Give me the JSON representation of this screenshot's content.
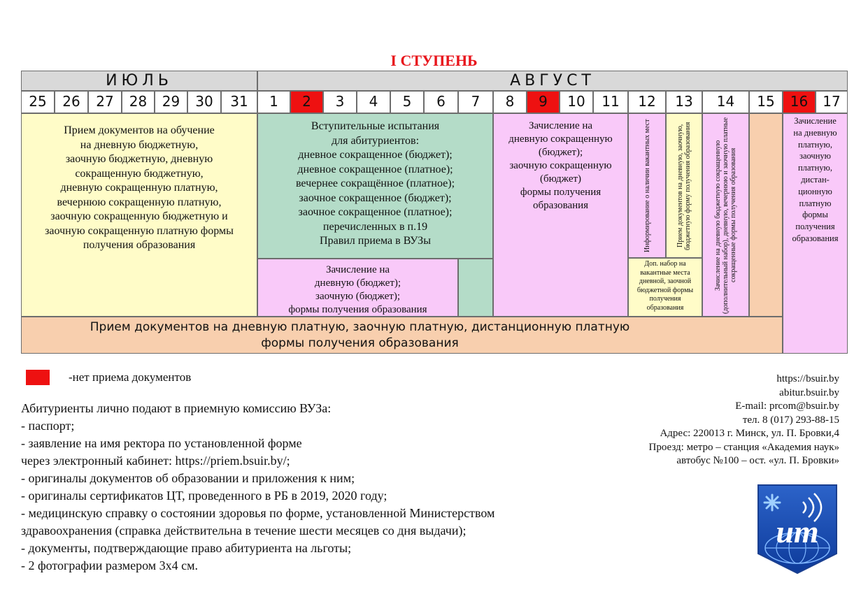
{
  "title": "I СТУПЕНЬ",
  "months": {
    "july": "ИЮЛЬ",
    "august": "АВГУСТ"
  },
  "days": [
    "25",
    "26",
    "27",
    "28",
    "29",
    "30",
    "31",
    "1",
    "2",
    "3",
    "4",
    "5",
    "6",
    "7",
    "8",
    "9",
    "10",
    "11",
    "12",
    "13",
    "14",
    "15",
    "16",
    "17"
  ],
  "no_reception_days": [
    "2",
    "9",
    "16"
  ],
  "colors": {
    "no_reception": "#ee1111",
    "yellow": "#fffcc8",
    "green": "#b4dcc8",
    "pink": "#f9c9f9",
    "peach": "#f8cfae",
    "month_header": "#d9d9d9"
  },
  "blocks": {
    "july_reception": [
      "Прием документов на обучение",
      "на дневную бюджетную,",
      "заочную бюджетную, дневную",
      "сокращенную бюджетную,",
      "дневную сокращенную платную,",
      "вечернюю сокращенную платную,",
      "заочную сокращенную бюджетную и",
      "заочную сокращенную платную формы",
      "получения образования"
    ],
    "entrance_exams": [
      "Вступительные испытания",
      "для абитуриентов:",
      "дневное сокращенное (бюджет);",
      "дневное сокращенное (платное);",
      "вечернее сокращённое (платное);",
      "заочное сокращенное (бюджет);",
      "заочное сокращенное (платное);",
      "перечисленных в п.19",
      "Правил приема в ВУЗы"
    ],
    "enrollment_day_correspondence": [
      "Зачисление на",
      "дневную (бюджет);",
      "заочную (бюджет);",
      "формы получения образования"
    ],
    "enrollment_reduced": [
      "Зачисление на",
      "дневную сокращенную",
      "(бюджет);",
      "заочную сокращенную",
      "(бюджет)",
      "формы получения",
      "образования"
    ],
    "vacancy_info": "Информирование о наличии вакантных мест",
    "doc_reception_vertical": "Прием документов на дневную, заочную, бюджетную форму получения образования",
    "extra_enrollment": [
      "Доп. набор на",
      "вакантные места",
      "дневной, заочной",
      "бюджетной формы",
      "получения",
      "образования"
    ],
    "enrollment_budget_vertical": "Зачисление на дневную бюджетную сокращенную (дополнительный набор), дневную, вечернюю и заочную платные сокращенные формы получения образования",
    "enrollment_final": [
      "Зачисление",
      "на дневную",
      "платную,",
      "заочную",
      "платную,",
      "дистан-",
      "ционную",
      "платную",
      "формы",
      "получения",
      "образования"
    ],
    "paid_reception": [
      "Прием документов на дневную платную, заочную платную, дистанционную платную",
      "формы получения образования"
    ]
  },
  "legend": {
    "label": "-нет приема документов"
  },
  "requirements": {
    "heading": "Абитуриенты лично подают в приемную комиссию ВУЗа:",
    "items": [
      "- паспорт;",
      "- заявление на имя ректора по установленной форме",
      "через электронный кабинет: https://priem.bsuir.by/;",
      "- оригиналы документов об образовании и приложения к ним;",
      "- оригиналы сертификатов ЦТ, проведенного в РБ в 2019, 2020 году;",
      "- медицинскую справку о состоянии здоровья по форме, установленной Министерством",
      "здравоохранения (справка действительна в течение шести месяцев со дня выдачи);",
      "- документы, подтверждающие право абитуриента на льготы;",
      "- 2 фотографии размером 3х4 см."
    ]
  },
  "contacts": [
    "https://bsuir.by",
    "abitur.bsuir.by",
    "E-mail: prcom@bsuir.by",
    "тел. 8 (017) 293-88-15",
    "Адрес: 220013 г. Минск, ул. П. Бровки,4",
    "Проезд: метро – станция «Академия наук»",
    "автобус №100 – ост. «ул. П. Бровки»"
  ],
  "logo": {
    "icon": "bsuir-logo-icon",
    "letters": "ит"
  }
}
